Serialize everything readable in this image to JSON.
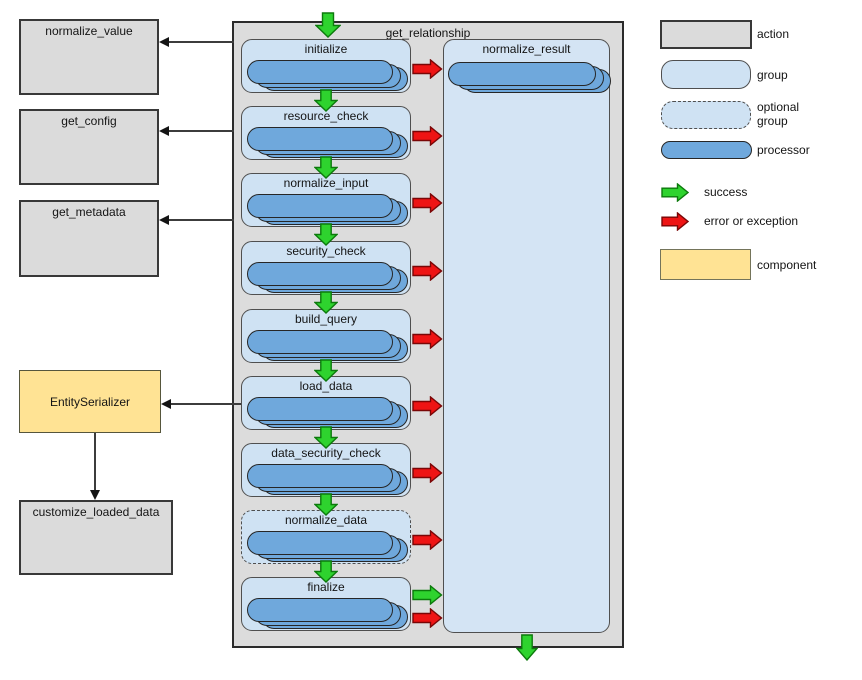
{
  "diagram": {
    "title": "get_relationship",
    "groups": [
      {
        "label": "initialize",
        "optional": false
      },
      {
        "label": "resource_check",
        "optional": false
      },
      {
        "label": "normalize_input",
        "optional": false
      },
      {
        "label": "security_check",
        "optional": false
      },
      {
        "label": "build_query",
        "optional": false
      },
      {
        "label": "load_data",
        "optional": false
      },
      {
        "label": "data_security_check",
        "optional": false
      },
      {
        "label": "normalize_data",
        "optional": true
      },
      {
        "label": "finalize",
        "optional": false
      }
    ],
    "result_group": {
      "label": "normalize_result"
    },
    "action_boxes": [
      {
        "label": "normalize_value"
      },
      {
        "label": "get_config"
      },
      {
        "label": "get_metadata"
      },
      {
        "label": "customize_loaded_data"
      }
    ],
    "component_box": {
      "label": "EntitySerializer"
    }
  },
  "legend": {
    "items": [
      {
        "swatch": "action",
        "label": "action"
      },
      {
        "swatch": "group",
        "label": "group"
      },
      {
        "swatch": "optional-group",
        "label": "optional group"
      },
      {
        "swatch": "processor",
        "label": "processor"
      },
      {
        "swatch": "success-arrow",
        "label": "success"
      },
      {
        "swatch": "error-arrow",
        "label": "error or exception"
      },
      {
        "swatch": "component",
        "label": "component"
      }
    ]
  },
  "colors": {
    "success_green": "#2ed32e",
    "success_border": "#0c7a0c",
    "error_red": "#ee1414",
    "error_border": "#7a0606",
    "processor_blue": "#6fa8dc",
    "group_blue": "#cfe2f3",
    "action_gray": "#dbdbdb",
    "component_yellow": "#ffe394"
  }
}
